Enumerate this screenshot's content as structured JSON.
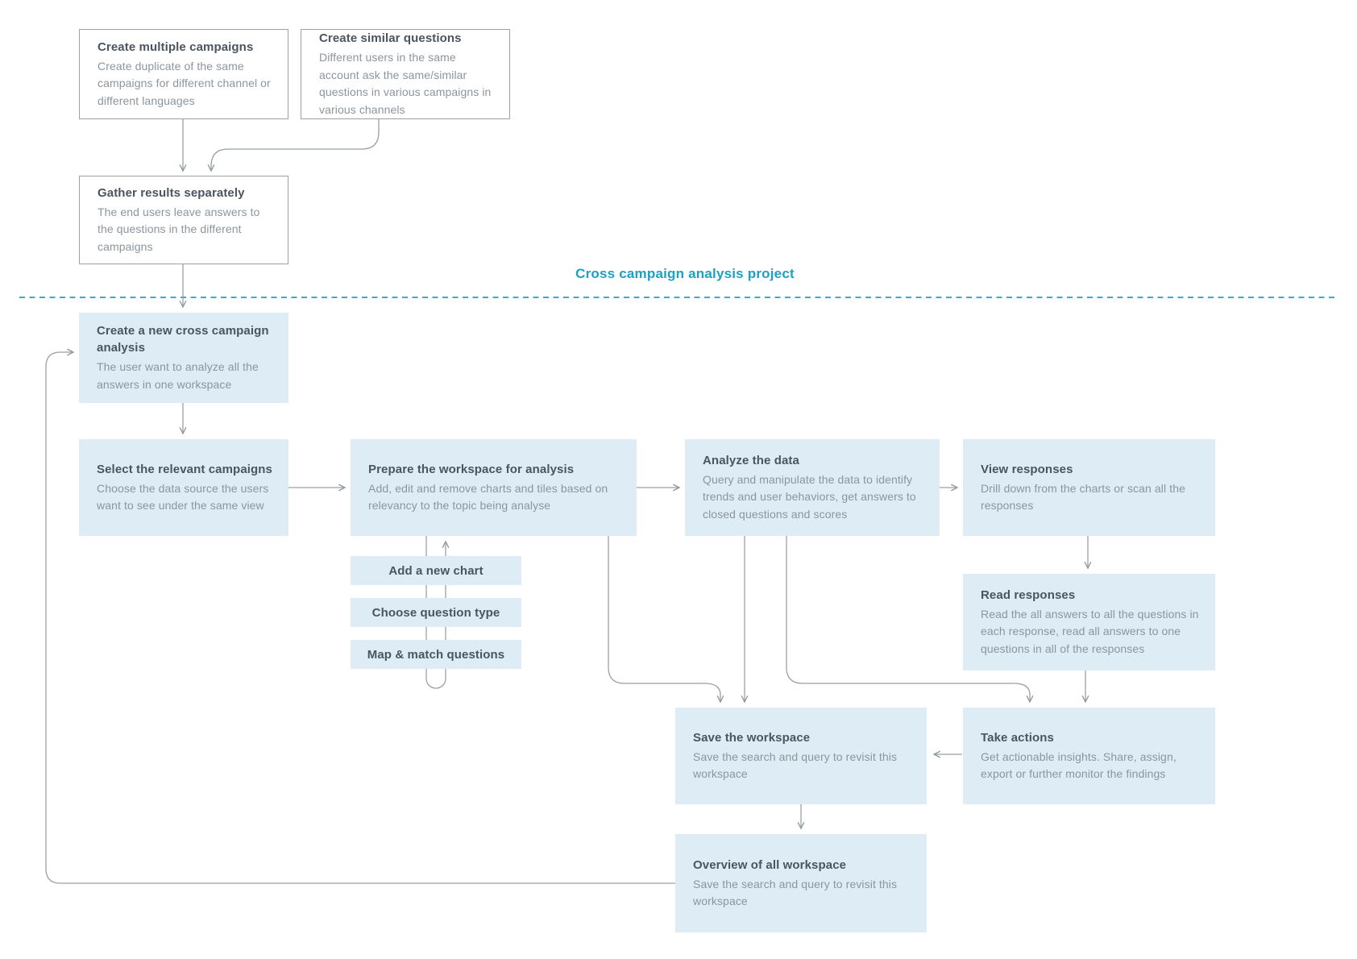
{
  "divider": {
    "label": "Cross campaign analysis project"
  },
  "nodes": {
    "create_multiple": {
      "title": "Create multiple campaigns",
      "body": "Create duplicate of the same campaigns for different channel or different languages"
    },
    "create_similar": {
      "title": "Create similar questions",
      "body": "Different users in the same account ask the same/similar questions in various campaigns in various channels"
    },
    "gather_results": {
      "title": "Gather results separately",
      "body": "The end users leave answers to the questions in the different campaigns"
    },
    "create_new_analysis": {
      "title": "Create a new cross campaign analysis",
      "body": "The user want to analyze all the answers in one workspace"
    },
    "select_campaigns": {
      "title": "Select the relevant campaigns",
      "body": "Choose the data source the users want to see under the same view"
    },
    "prepare_workspace": {
      "title": "Prepare the workspace for analysis",
      "body": "Add, edit and remove charts and tiles based on relevancy to the topic being analyse"
    },
    "analyze_data": {
      "title": "Analyze the data",
      "body": "Query and manipulate the data to identify trends and user behaviors, get answers to closed questions and scores"
    },
    "view_responses": {
      "title": "View responses",
      "body": "Drill down from the charts or scan all the responses"
    },
    "read_responses": {
      "title": "Read responses",
      "body": "Read the all answers to all the questions in each response, read all answers to one questions in all of the responses"
    },
    "take_actions": {
      "title": "Take actions",
      "body": "Get actionable insights. Share, assign, export or further monitor the findings"
    },
    "save_workspace": {
      "title": "Save the workspace",
      "body": "Save the search and query to revisit this workspace"
    },
    "overview_workspace": {
      "title": "Overview of all workspace",
      "body": "Save the search and query to revisit this workspace"
    }
  },
  "minis": {
    "add_chart": {
      "label": "Add a new chart"
    },
    "choose_type": {
      "label": "Choose question type"
    },
    "map_match": {
      "label": "Map & match questions"
    }
  },
  "colors": {
    "accent_teal": "#1f9fc3",
    "divider_dash": "#3aabca",
    "node_fill": "#deedf5",
    "node_border": "#9ba1a6",
    "title_text": "#4a5561",
    "body_text": "#8c959d",
    "connector": "#9aa0a5"
  }
}
